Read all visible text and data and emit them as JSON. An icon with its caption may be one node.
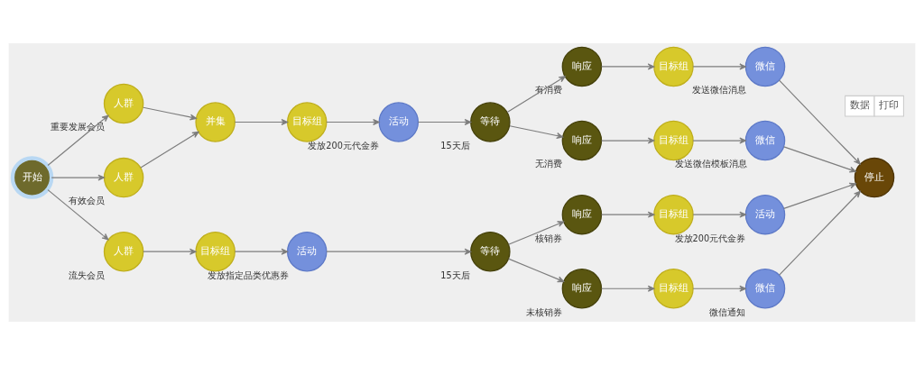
{
  "diagram": {
    "nodes": [
      {
        "text": [
          "开始"
        ]
      },
      {
        "text": [
          "人群"
        ],
        "beside": [
          "重要发展会员"
        ]
      },
      {
        "text": [
          "人群"
        ],
        "beside": [
          "有效会员"
        ]
      },
      {
        "text": [
          "人群"
        ],
        "beside": [
          "流失会员"
        ]
      },
      {
        "text": [
          "并集"
        ]
      },
      {
        "text": [
          "目标组"
        ]
      },
      {
        "text": [
          "活动"
        ],
        "beside": [
          "发放200元代金券"
        ]
      },
      {
        "text": [
          "等待"
        ],
        "beside": [
          "15天后"
        ]
      },
      {
        "text": [
          "响应"
        ],
        "beside": [
          "有消费"
        ]
      },
      {
        "text": [
          "响应"
        ],
        "beside": [
          "无消费"
        ]
      },
      {
        "text": [
          "目标组"
        ]
      },
      {
        "text": [
          "目标组"
        ]
      },
      {
        "text": [
          "微信"
        ],
        "beside": [
          "发送微信消息"
        ]
      },
      {
        "text": [
          "微信"
        ],
        "beside": [
          "发送微信模板消息"
        ]
      },
      {
        "text": [
          "目标组"
        ]
      },
      {
        "text": [
          "活动"
        ],
        "beside": [
          "发放指定品类优惠券"
        ]
      },
      {
        "text": [
          "等待"
        ],
        "beside": [
          "15天后"
        ]
      },
      {
        "text": [
          "响应"
        ],
        "beside": [
          "核销券"
        ]
      },
      {
        "text": [
          "响应"
        ],
        "beside": [
          "未核销券"
        ]
      },
      {
        "text": [
          "目标组"
        ]
      },
      {
        "text": [
          "目标组"
        ]
      },
      {
        "text": [
          "活动"
        ],
        "beside": [
          "发放200元代金券"
        ]
      },
      {
        "text": [
          "微信"
        ],
        "beside": [
          "微信通知"
        ]
      },
      {
        "text": [
          "停止"
        ]
      }
    ],
    "edges": [
      {
        "from": 0,
        "to": 1,
        "arrow": "to"
      },
      {
        "from": 0,
        "to": 2,
        "arrow": "to"
      },
      {
        "from": 0,
        "to": 3,
        "arrow": "to"
      },
      {
        "from": 1,
        "to": 4,
        "arrow": "to"
      },
      {
        "from": 2,
        "to": 4,
        "arrow": "to"
      },
      {
        "from": 4,
        "to": 5,
        "arrow": "to"
      },
      {
        "from": 5,
        "to": 6,
        "arrow": "to"
      },
      {
        "from": 6,
        "to": 7,
        "arrow": "to"
      },
      {
        "from": 7,
        "to": 8,
        "arrow": "to"
      },
      {
        "from": 7,
        "to": 9,
        "arrow": "to"
      },
      {
        "from": 8,
        "to": 10,
        "arrow": "to"
      },
      {
        "from": 9,
        "to": 11,
        "arrow": "to"
      },
      {
        "from": 10,
        "to": 12,
        "arrow": "to"
      },
      {
        "from": 11,
        "to": 13,
        "arrow": "to"
      },
      {
        "from": 12,
        "to": 23,
        "arrow": "to"
      },
      {
        "from": 13,
        "to": 23,
        "arrow": "to"
      },
      {
        "from": 3,
        "to": 14,
        "arrow": "to"
      },
      {
        "from": 14,
        "to": 15,
        "arrow": "to"
      },
      {
        "from": 15,
        "to": 16,
        "arrow": "to"
      },
      {
        "from": 16,
        "to": 17,
        "arrow": "to"
      },
      {
        "from": 16,
        "to": 18,
        "arrow": "to"
      },
      {
        "from": 17,
        "to": 19,
        "arrow": "to"
      },
      {
        "from": 18,
        "to": 20,
        "arrow": "to"
      },
      {
        "from": 19,
        "to": 21,
        "arrow": "to"
      },
      {
        "from": 20,
        "to": 22,
        "arrow": "to"
      },
      {
        "from": 21,
        "to": 23,
        "arrow": "to"
      },
      {
        "from": 22,
        "to": 23,
        "arrow": "to"
      }
    ],
    "labels": [
      "数据",
      "打印"
    ]
  }
}
